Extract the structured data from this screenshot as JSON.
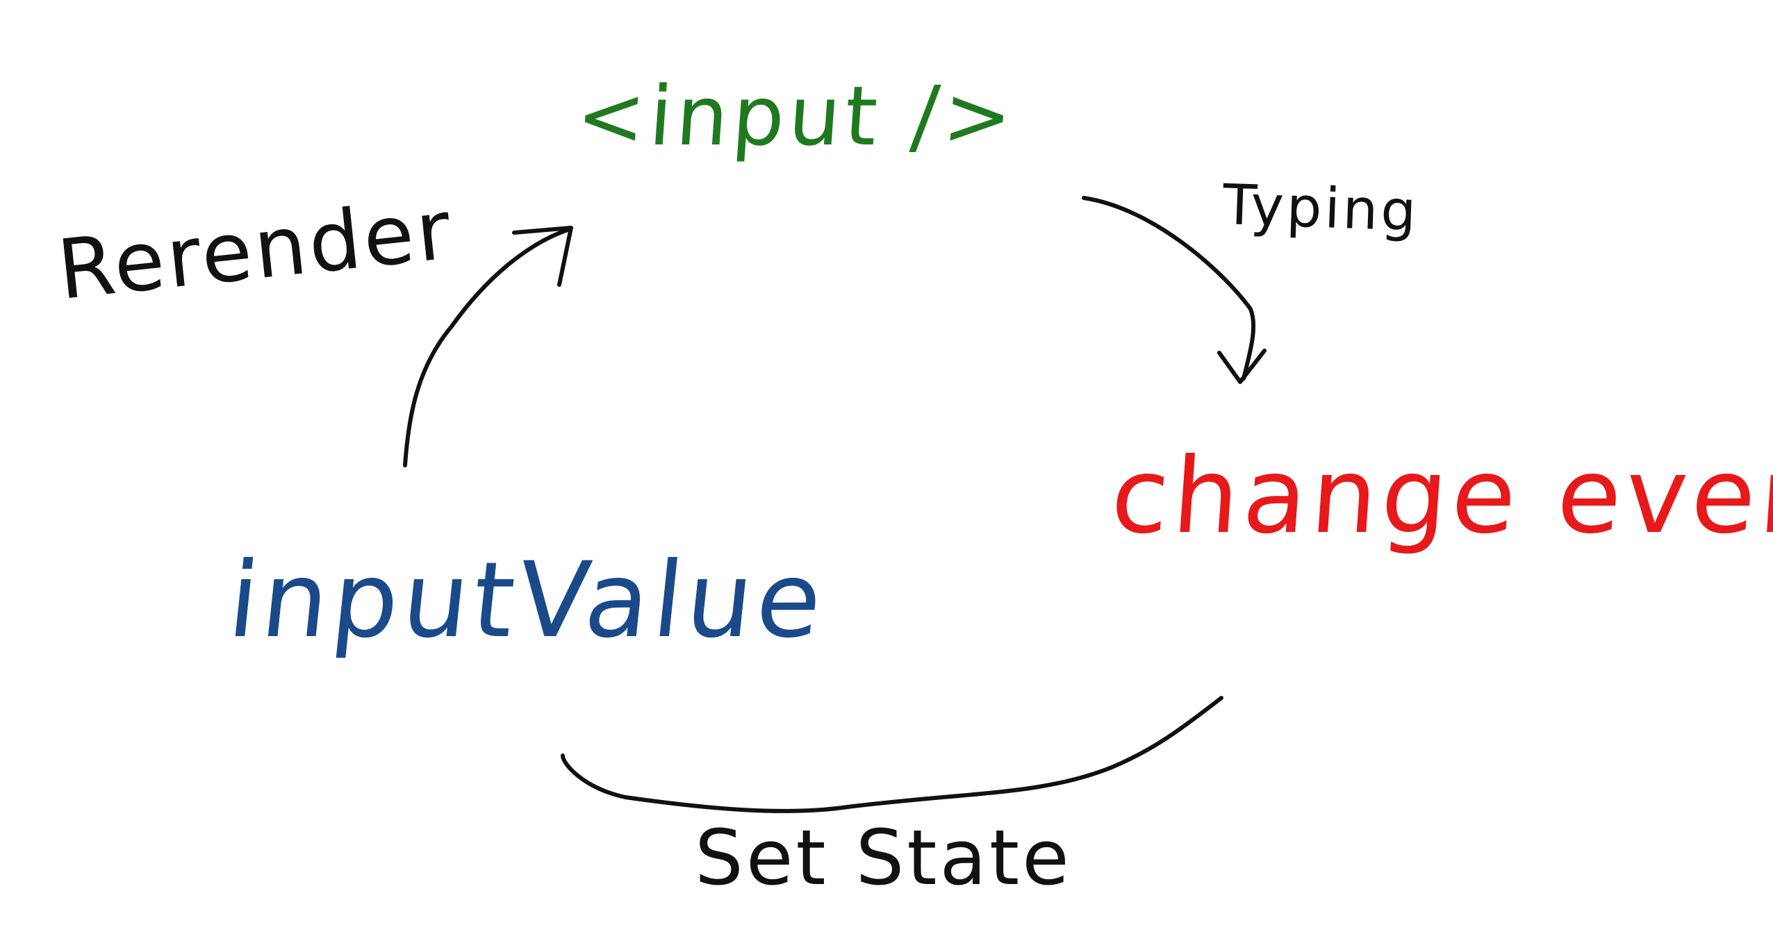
{
  "diagram": {
    "nodes": {
      "input_element": {
        "text": "<input />",
        "color": "#1f7a1f"
      },
      "change_event": {
        "text": "change event",
        "color": "#e8191a"
      },
      "input_value": {
        "text": "inputValue",
        "color": "#1a4a8a"
      }
    },
    "edges": {
      "typing": {
        "label": "Typing",
        "from": "<input />",
        "to": "change event"
      },
      "set_state": {
        "label": "Set State",
        "from": "change event",
        "to": "inputValue"
      },
      "rerender": {
        "label": "Rerender",
        "from": "inputValue",
        "to": "<input />"
      }
    },
    "stroke_color": "#111111"
  }
}
